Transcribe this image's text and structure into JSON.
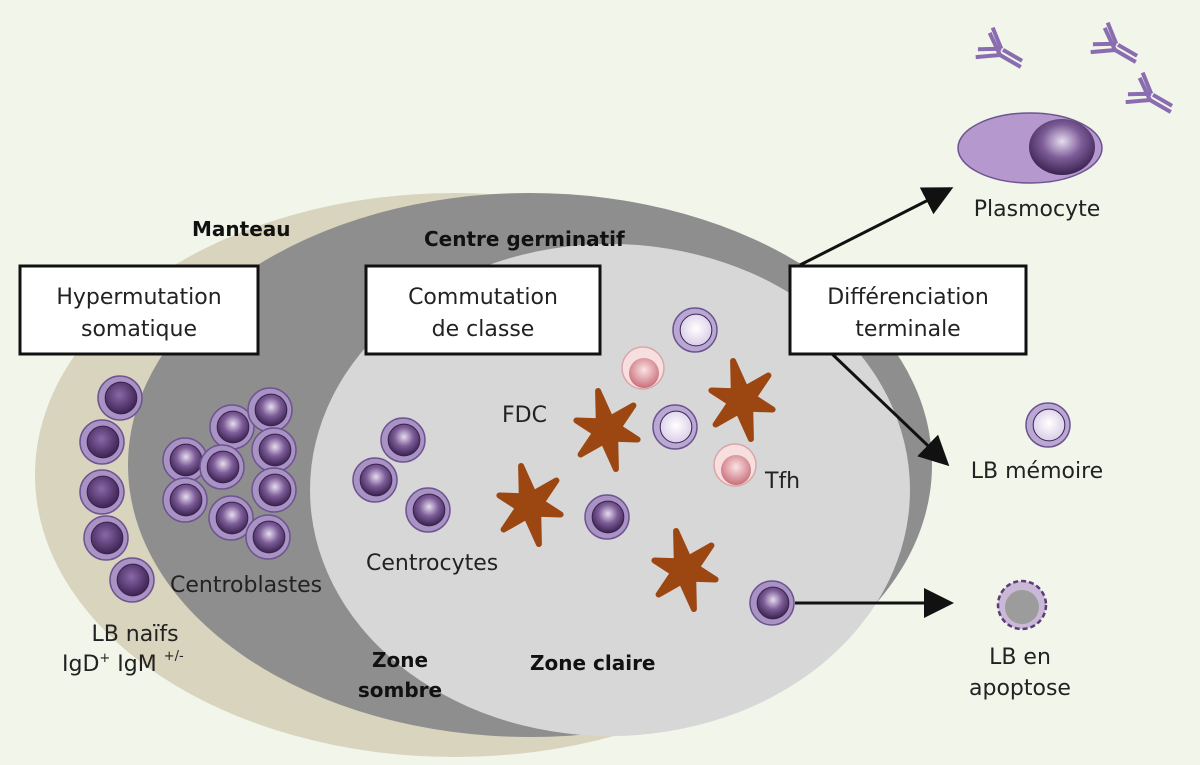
{
  "regions": {
    "mantle": "Manteau",
    "germinal_center": "Centre germinatif",
    "dark_zone": [
      "Zone",
      "sombre"
    ],
    "light_zone": "Zone claire"
  },
  "boxes": {
    "hypermutation": [
      "Hypermutation",
      "somatique"
    ],
    "class_switch": [
      "Commutation",
      "de classe"
    ],
    "differentiation": [
      "Différenciation",
      "terminale"
    ]
  },
  "cells": {
    "naive": [
      "LB naïfs",
      "IgD",
      "+",
      " IgM ",
      "+/-"
    ],
    "centroblasts": "Centroblastes",
    "centrocytes": "Centrocytes",
    "fdc": "FDC",
    "tfh": "Tfh",
    "plasma_cell": "Plasmocyte",
    "memory": "LB mémoire",
    "apoptosis": [
      "LB en",
      "apoptose"
    ]
  },
  "colors": {
    "background": "#f1f5ea",
    "mantle": "#d9d4bd",
    "dark_zone": "#8e8e8e",
    "light_zone": "#d7d7d7",
    "b_cell": "#5b3b78",
    "b_cell_ring": "#a893c4",
    "fdc": "#9c4712",
    "tfh": "#d9959c",
    "antibody": "#8a6cb0"
  }
}
